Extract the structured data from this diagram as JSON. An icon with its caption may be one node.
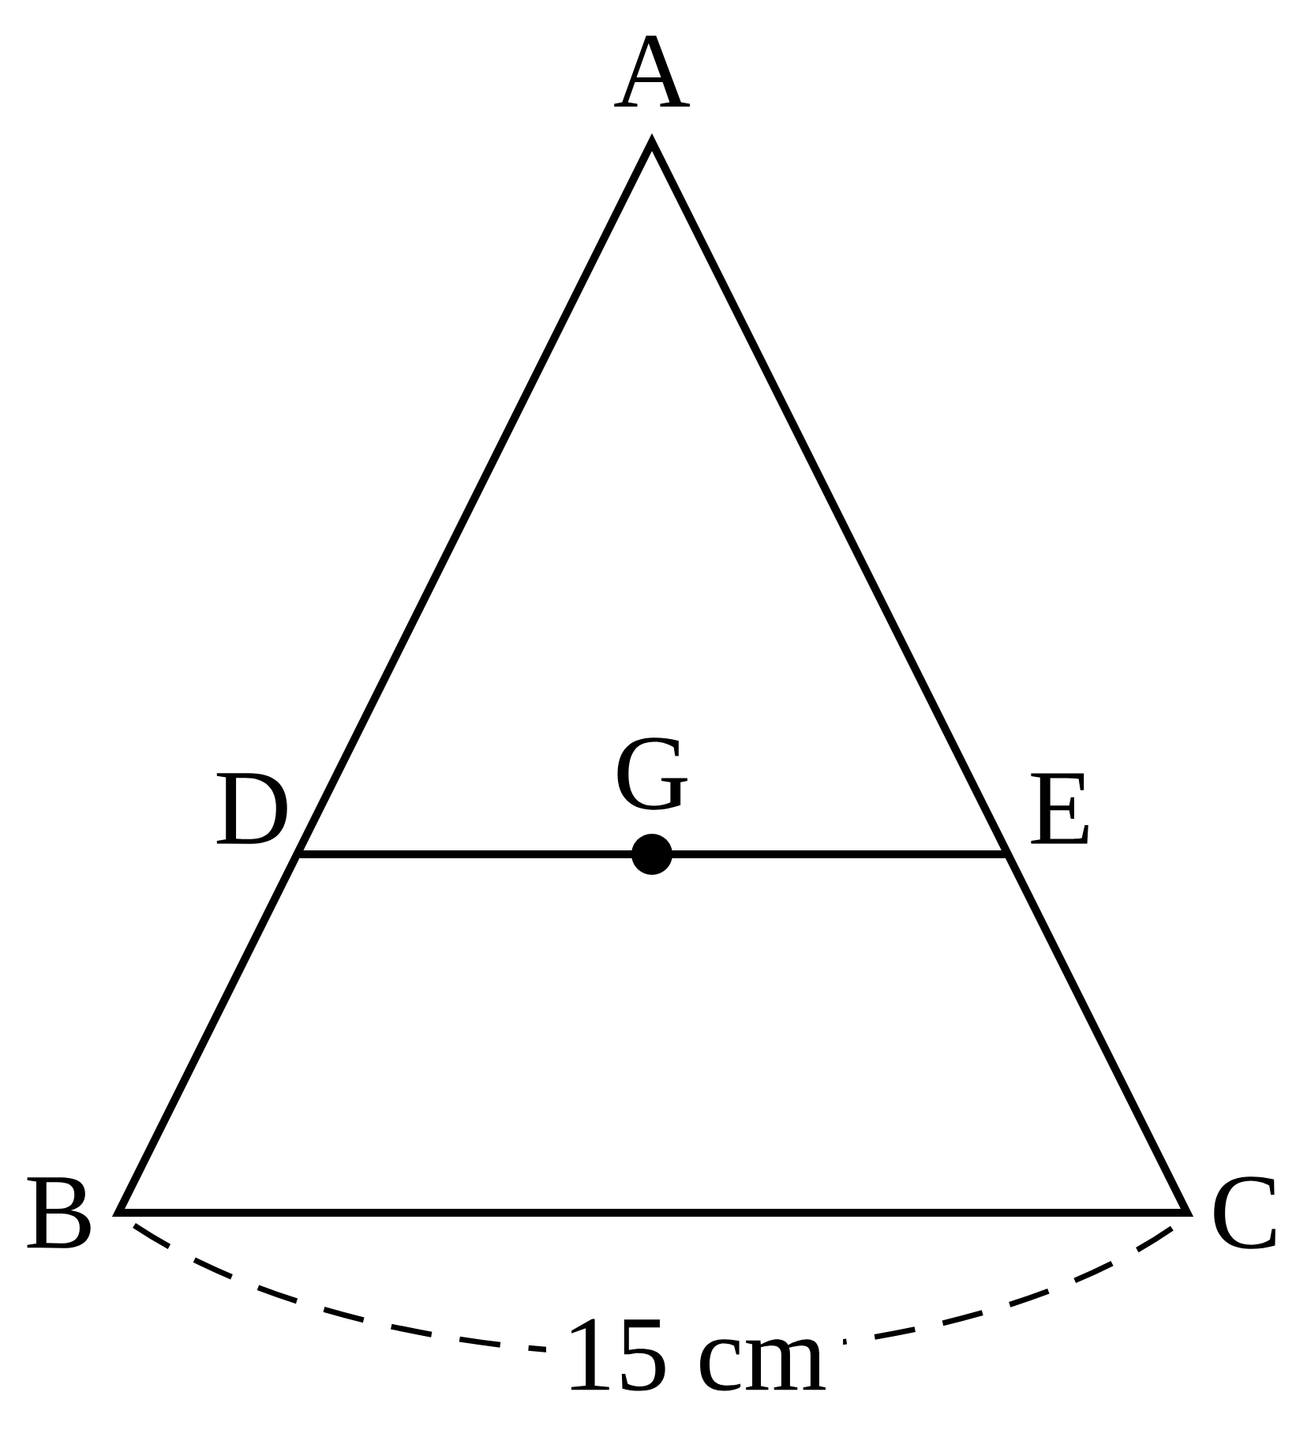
{
  "diagram": {
    "labels": [
      "A",
      "D",
      "G",
      "E",
      "B",
      "C",
      "15 cm"
    ]
  }
}
